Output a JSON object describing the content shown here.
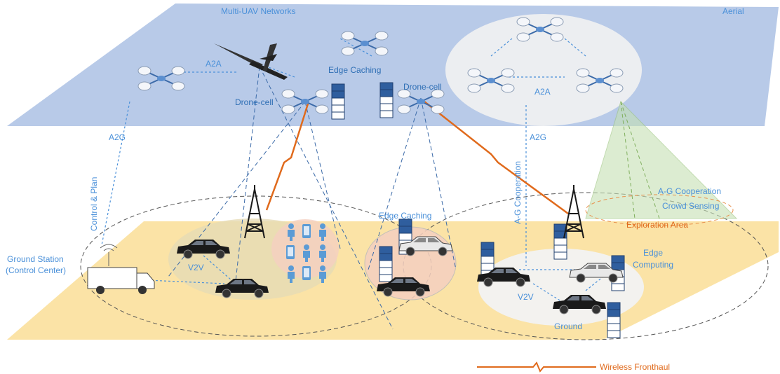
{
  "planes": {
    "aerial_label": "Aerial",
    "network_label": "Multi-UAV Networks",
    "ground_label": "Ground"
  },
  "labels": {
    "a2a_left": "A2A",
    "a2a_right": "A2A",
    "a2g_left": "A2G",
    "a2g_right": "A2G",
    "drone_cell_left": "Drone-cell",
    "drone_cell_right": "Drone-cell",
    "edge_caching_aerial": "Edge Caching",
    "edge_caching_ground": "Edge Caching",
    "control_plan": "Control & Plan",
    "ground_station_line1": "Ground Station",
    "ground_station_line2": "(Control Center)",
    "v2v_left": "V2V",
    "v2v_right": "V2V",
    "ag_cooperation_vertical": "A-G Cooperation",
    "ag_cooperation": "A-G Cooperation",
    "crowd_sensing": "Crowd Sensing",
    "exploration_area": "Exploration Area",
    "edge_computing_line1": "Edge",
    "edge_computing_line2": "Computing"
  },
  "legend": {
    "wireless_fronthaul": "Wireless Fronthaul"
  },
  "colors": {
    "aerial_plane": "#b4c7e7",
    "ground_plane": "#fbe3a6",
    "link_blue": "#4a90d9",
    "fronthaul": "#e06a1c",
    "sensing_green": "#a9d18e"
  },
  "icons": [
    "quadcopter-icon",
    "fixed-wing-uav-icon",
    "cell-tower-icon",
    "car-icon",
    "truck-icon",
    "smartphone-icon",
    "person-icon",
    "cache-stack-icon",
    "lightning-link-icon"
  ]
}
